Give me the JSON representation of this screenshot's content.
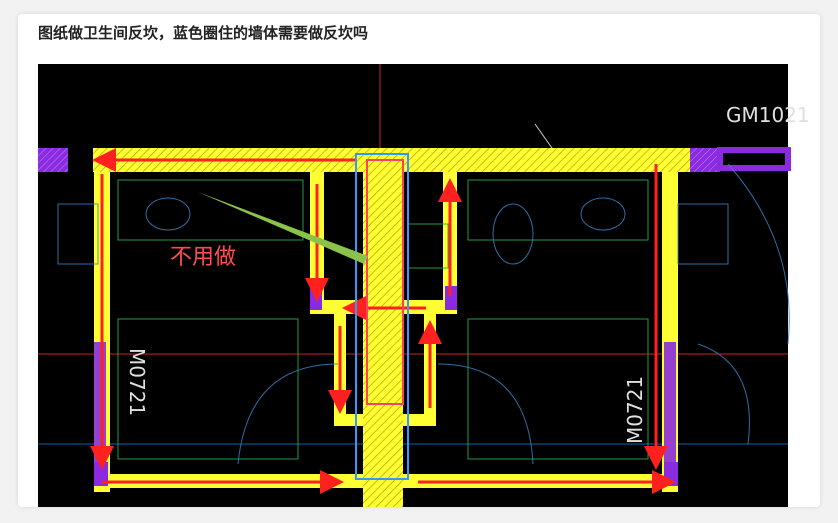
{
  "post": {
    "title": "图纸做卫生间反坎，蓝色圈住的墙体需要做反坎吗"
  },
  "drawing": {
    "annotation_label": "不用做",
    "door_label_top": "GM1021",
    "door_label_left": "M0721",
    "door_label_right": "M0721"
  },
  "colors": {
    "wall_fill": "#ffff33",
    "arrow": "#ff2020",
    "highlight_box": "#3399ff",
    "column": "#8833ff",
    "pointer": "#8bc34a",
    "annotation_text": "#ff4d4d"
  }
}
